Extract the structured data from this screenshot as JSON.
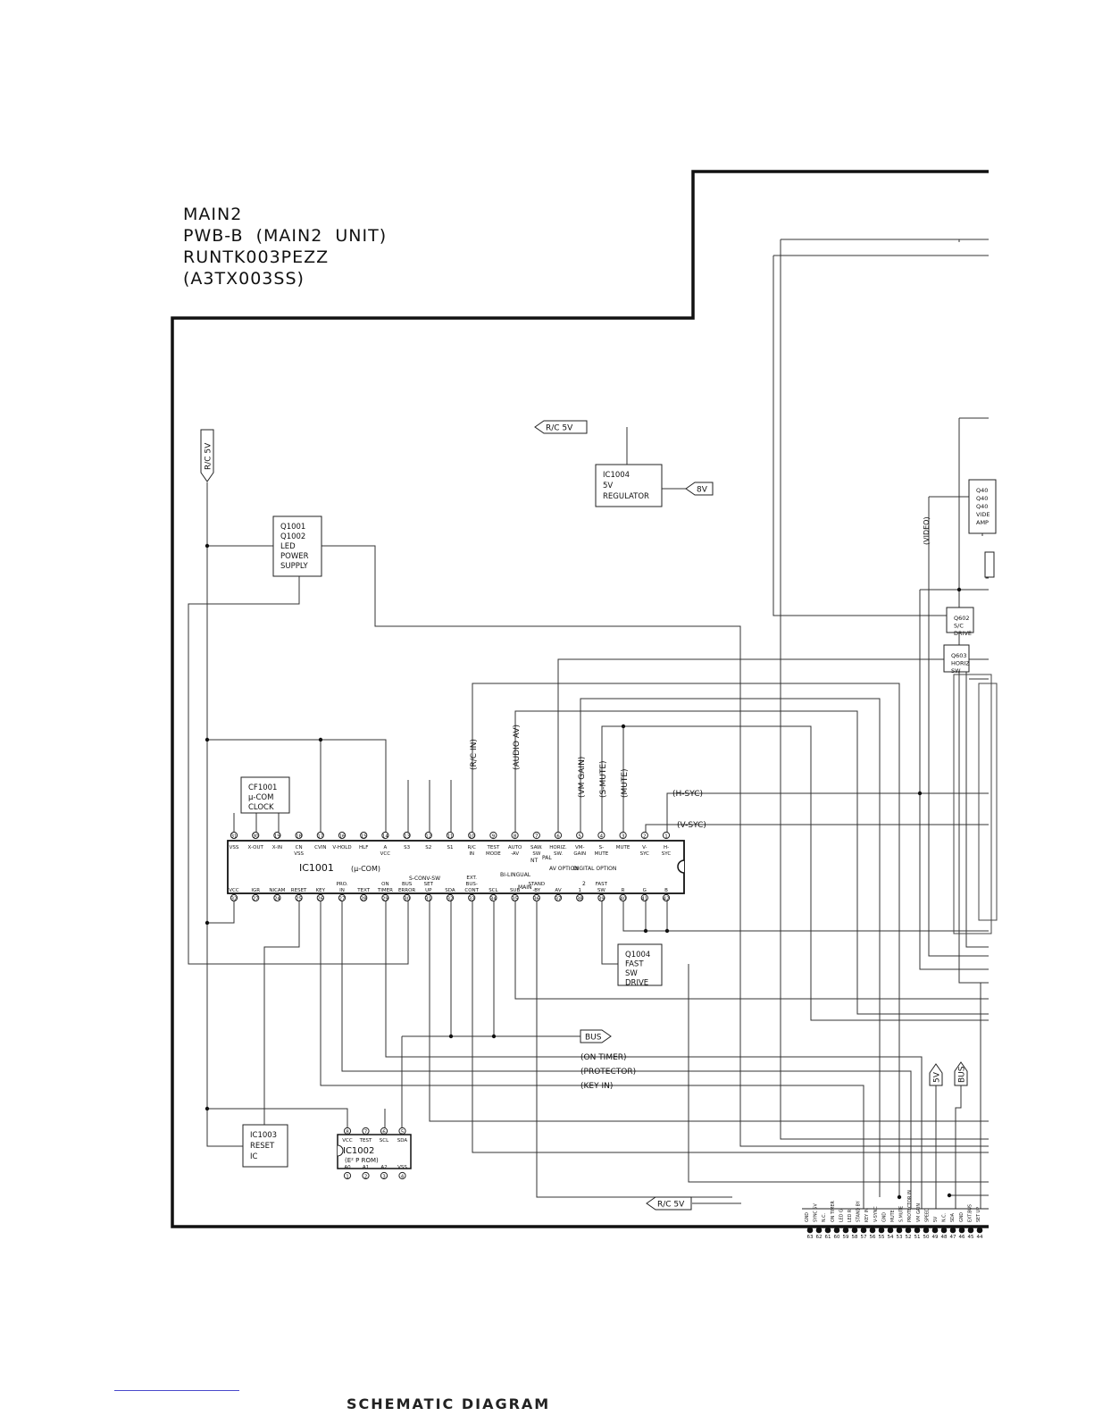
{
  "title": {
    "line1": "MAIN2",
    "line2": "PWB-B  (MAIN2  UNIT)",
    "line3": "RUNTK003PEZZ",
    "line4": "(A3TX003SS)"
  },
  "blocks": {
    "q1001": [
      "Q1001",
      "Q1002",
      "LED",
      "POWER",
      "SUPPLY"
    ],
    "ic1004": [
      "IC1004",
      "5V",
      "REGULATOR"
    ],
    "cf1001": [
      "CF1001",
      "μ-COM",
      "CLOCK"
    ],
    "q1004": [
      "Q1004",
      "FAST",
      "SW",
      "DRIVE"
    ],
    "ic1003": [
      "IC1003",
      "RESET",
      "IC"
    ],
    "q602": [
      "Q602",
      "S/C",
      "DRIVE"
    ],
    "q603": [
      "Q603",
      "HORIZ",
      "SW"
    ],
    "q40x": [
      "Q40",
      "Q40",
      "Q40",
      "VIDE",
      "AMP"
    ]
  },
  "ic1001": {
    "name": "IC1001",
    "subname": "(μ-COM)",
    "top_pins": [
      {
        "num": "31",
        "label": "VSS"
      },
      {
        "num": "30",
        "label": "X-OUT"
      },
      {
        "num": "19",
        "label": "X-IN"
      },
      {
        "num": "18",
        "label": "CN VSS"
      },
      {
        "num": "17",
        "label": "CVIN"
      },
      {
        "num": "16",
        "label": "V-HOLD"
      },
      {
        "num": "15",
        "label": "HLF"
      },
      {
        "num": "14",
        "label": "A VCC"
      },
      {
        "num": "13",
        "label": "S3"
      },
      {
        "num": "12",
        "label": "S2"
      },
      {
        "num": "11",
        "label": "S1"
      },
      {
        "num": "10",
        "label": "R/C IN"
      },
      {
        "num": "9",
        "label": "TEST MODE"
      },
      {
        "num": "8",
        "label": "AUTO -AV"
      },
      {
        "num": "7",
        "label": "SAW. SW"
      },
      {
        "num": "6",
        "label": "HORIZ. SW."
      },
      {
        "num": "5",
        "label": "VM- GAIN"
      },
      {
        "num": "4",
        "label": "S- MUTE"
      },
      {
        "num": "3",
        "label": "MUTE"
      },
      {
        "num": "2",
        "label": "V- SYC"
      },
      {
        "num": "1",
        "label": "H- SYC"
      }
    ],
    "bottom_pins": [
      {
        "num": "32",
        "label": "VCC"
      },
      {
        "num": "27",
        "label": "IGR"
      },
      {
        "num": "24",
        "label": "NICAM"
      },
      {
        "num": "25",
        "label": "RESET"
      },
      {
        "num": "26",
        "label": "KEY"
      },
      {
        "num": "27",
        "label": "PRO. IN"
      },
      {
        "num": "28",
        "label": "TEXT"
      },
      {
        "num": "29",
        "label": "ON TIMER"
      },
      {
        "num": "30",
        "label": "BUS ERROR"
      },
      {
        "num": "31",
        "label": "SET UP"
      },
      {
        "num": "32",
        "label": "SDA"
      },
      {
        "num": "33",
        "label": "EXT. BUS- CONT"
      },
      {
        "num": "34",
        "label": "SCL"
      },
      {
        "num": "35",
        "label": "SUB"
      },
      {
        "num": "36",
        "label": "STAND -BY"
      },
      {
        "num": "37",
        "label": "AV"
      },
      {
        "num": "38",
        "label": "1"
      },
      {
        "num": "39",
        "label": "FAST SW"
      },
      {
        "num": "40",
        "label": "R"
      },
      {
        "num": "41",
        "label": "G"
      },
      {
        "num": "42",
        "label": "B"
      }
    ],
    "notes": {
      "s_conv": "S-CONV-SW",
      "bilingual": "BI-LINGUAL",
      "main": "MAIN",
      "av_option": "AV OPTION",
      "digital_option": "DIGITAL OPTION",
      "digital_two": "2",
      "nt": "NT",
      "pal": "PAL"
    }
  },
  "ic1002": {
    "name": "IC1002",
    "subname": "(E² P  ROM)",
    "top_pins": [
      {
        "num": "8",
        "label": "VCC"
      },
      {
        "num": "7",
        "label": "TEST"
      },
      {
        "num": "6",
        "label": "SCL"
      },
      {
        "num": "5",
        "label": "SDA"
      }
    ],
    "bottom_pins": [
      {
        "num": "1",
        "label": "A0"
      },
      {
        "num": "2",
        "label": "A1"
      },
      {
        "num": "3",
        "label": "A2"
      },
      {
        "num": "4",
        "label": "VSS"
      }
    ]
  },
  "signals": {
    "rc_in": "(R/C  IN)",
    "audio_av": "(AUDIO  AV)",
    "vm_gain": "(VM  GAIN)",
    "s_mute": "(S-MUTE)",
    "mute": "(MUTE)",
    "h_syc": "(H-SYC)",
    "v_syc": "(V-SYC)",
    "video": "(VIDEO)",
    "on_timer": "(ON  TIMER)",
    "protector": "(PROTECTOR)",
    "key_in": "(KEY  IN)"
  },
  "flags": {
    "rc5v_left": "R/C  5V",
    "rc5v_top": "R/C  5V",
    "rc5v_bottom": "R/C  5V",
    "v8": "8V",
    "bus": "BUS",
    "v5_right": "5V",
    "bus_right": "BUS"
  },
  "connector": {
    "labels": [
      "GND",
      "SYNC 5V",
      "N.C.",
      "ON TIMER",
      "LED G",
      "LED R",
      "STAND BY",
      "KEY IN",
      "V-SYNC",
      "GND",
      "MUTE",
      "S.MUTE",
      "PROTECTOR IN",
      "VM GAIN",
      "SPEED",
      "5V",
      "N.C.",
      "SDA",
      "GND",
      "EXT.BUS",
      "SET UP"
    ],
    "numbers": [
      "63",
      "62",
      "61",
      "60",
      "59",
      "58",
      "57",
      "56",
      "55",
      "54",
      "53",
      "52",
      "51",
      "50",
      "49",
      "48",
      "47",
      "46",
      "45",
      "44"
    ]
  },
  "footer": {
    "text": "SCHEMATIC DIAGRAM"
  }
}
